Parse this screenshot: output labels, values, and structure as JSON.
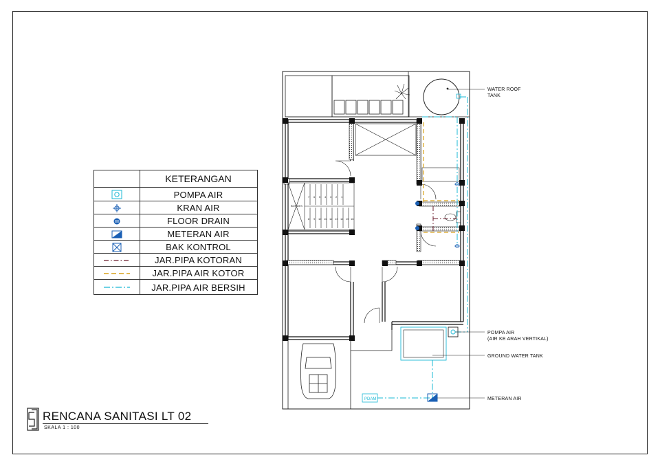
{
  "drawing": {
    "title": "RENCANA SANITASI LT 02",
    "scale": "SKALA 1 : 100"
  },
  "legend": {
    "header": "KETERANGAN",
    "items": [
      {
        "label": "POMPA AIR",
        "icon": "pump-icon"
      },
      {
        "label": "KRAN AIR",
        "icon": "faucet-icon"
      },
      {
        "label": "FLOOR DRAIN",
        "icon": "floor-drain-icon"
      },
      {
        "label": "METERAN AIR",
        "icon": "water-meter-icon"
      },
      {
        "label": "BAK KONTROL",
        "icon": "control-box-icon"
      },
      {
        "label": "JAR.PIPA KOTORAN",
        "icon": "sewage-pipe-line-icon"
      },
      {
        "label": "JAR.PIPA AIR KOTOR",
        "icon": "grey-water-pipe-line-icon"
      },
      {
        "label": "JAR.PIPA AIR BERSIH",
        "icon": "clean-water-pipe-line-icon"
      }
    ]
  },
  "callouts": {
    "water_roof_tank_line1": "WATER ROOF",
    "water_roof_tank_line2": "TANK",
    "pompa_air_line1": "POMPA AIR",
    "pompa_air_line2": "(AIR KE ARAH VERTIKAL)",
    "ground_water_tank": "GROUND WATER TANK",
    "meteran_air": "METERAN AIR"
  },
  "plan": {
    "pdam_label": "PDAM",
    "bordes_label": "BORDES",
    "stair_numbers_top": [
      "7",
      "6",
      "5",
      "4",
      "3",
      "2",
      "1"
    ],
    "stair_numbers_bottom": [
      "8",
      "9",
      "10",
      "11",
      "12",
      "13",
      "14",
      "15",
      "16",
      "17"
    ]
  },
  "colors": {
    "clean_water": "#19b8d4",
    "grey_water": "#d9a21a",
    "sewage": "#6a1a2a",
    "meter": "#1a5fb4",
    "walls": "#111111"
  }
}
